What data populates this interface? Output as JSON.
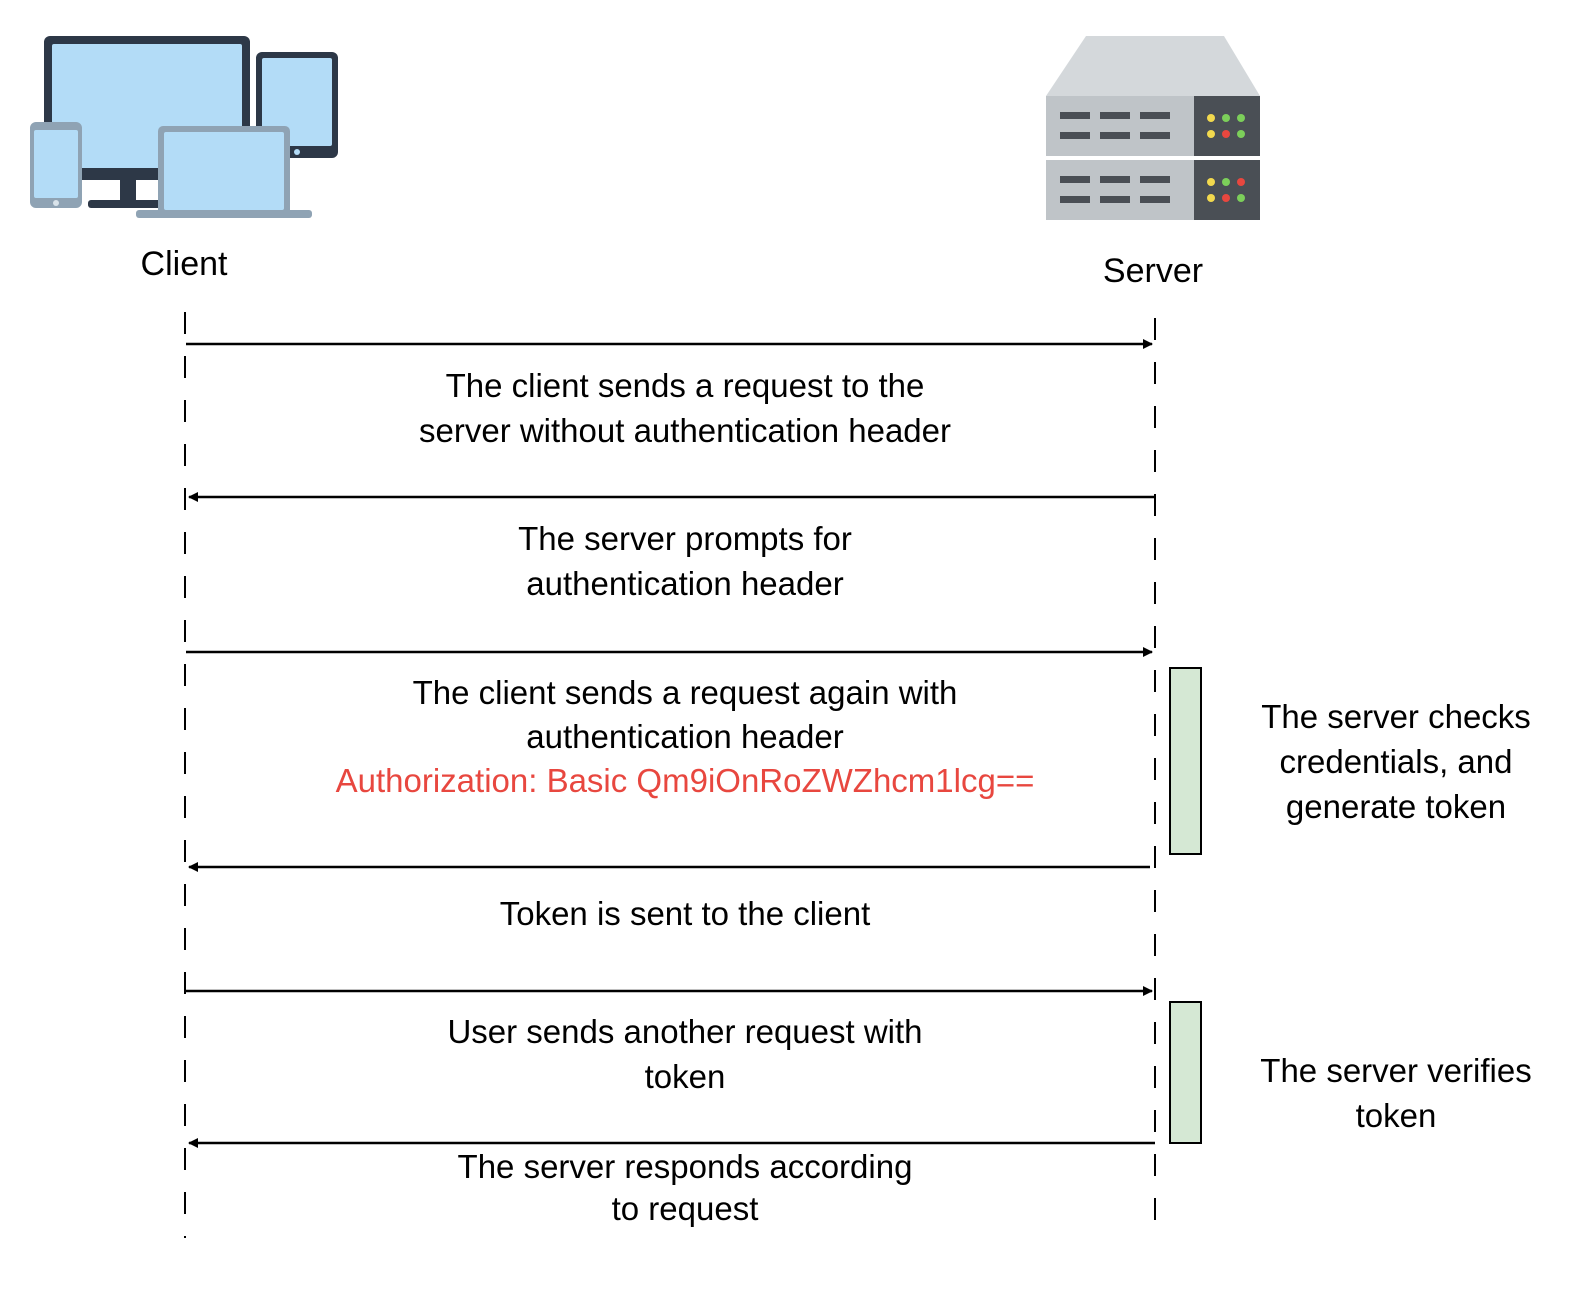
{
  "actors": {
    "client": {
      "label": "Client",
      "icon": "client-devices-icon"
    },
    "server": {
      "label": "Server",
      "icon": "server-rack-icon"
    }
  },
  "messages": [
    {
      "direction": "client-to-server",
      "lines": [
        "The client sends a request to the",
        "server without authentication header"
      ]
    },
    {
      "direction": "server-to-client",
      "lines": [
        "The server prompts for",
        "authentication header"
      ]
    },
    {
      "direction": "client-to-server",
      "lines": [
        "The client sends a request again with",
        "authentication header"
      ],
      "header_line": "Authorization: Basic Qm9iOnRoZWZhcm1lcg=="
    },
    {
      "direction": "server-to-client",
      "lines": [
        "Token is sent to the client"
      ]
    },
    {
      "direction": "client-to-server",
      "lines": [
        "User sends another request with",
        "token"
      ]
    },
    {
      "direction": "server-to-client",
      "lines": [
        "The server responds according",
        "to request"
      ]
    }
  ],
  "notes": [
    {
      "lines": [
        "The server checks",
        "credentials, and",
        "generate token"
      ]
    },
    {
      "lines": [
        "The server verifies",
        "token"
      ]
    }
  ],
  "colors": {
    "arrow": "#000000",
    "lifeline": "#000000",
    "activation_fill": "#d5e8d4",
    "activation_stroke": "#000000",
    "highlight_text": "#e8473f",
    "monitor_screen": "#b3dcf7",
    "device_frame": "#2d3847",
    "server_body": "#bfc4c8",
    "server_top": "#d4d8db"
  }
}
